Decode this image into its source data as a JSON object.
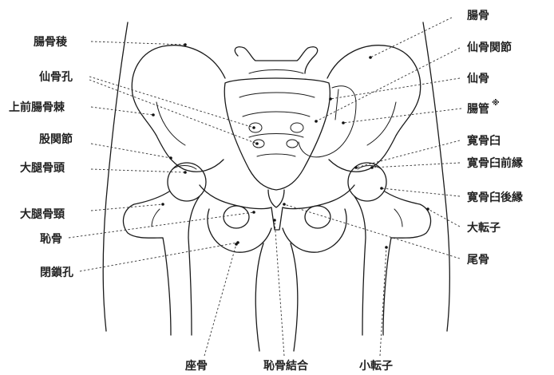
{
  "labels": {
    "iliac_crest": "腸骨稜",
    "sacral_foramen": "仙骨孔",
    "anterior_superior_iliac_spine": "上前腸骨棘",
    "hip_joint": "股関節",
    "femoral_head": "大腿骨頭",
    "femoral_neck": "大腿骨頸",
    "pubis": "恥骨",
    "obturator_foramen": "閉鎖孔",
    "ischium": "座骨",
    "pubic_symphysis": "恥骨結合",
    "lesser_trochanter": "小転子",
    "ilium": "腸骨",
    "sacroiliac_joint": "仙骨関節",
    "sacrum": "仙骨",
    "intestine": "腸管",
    "intestine_mark": "※",
    "acetabulum": "寛骨臼",
    "acetabulum_anterior_rim": "寛骨臼前縁",
    "acetabulum_posterior_rim": "寛骨臼後縁",
    "greater_trochanter": "大転子",
    "coccyx": "尾骨"
  }
}
